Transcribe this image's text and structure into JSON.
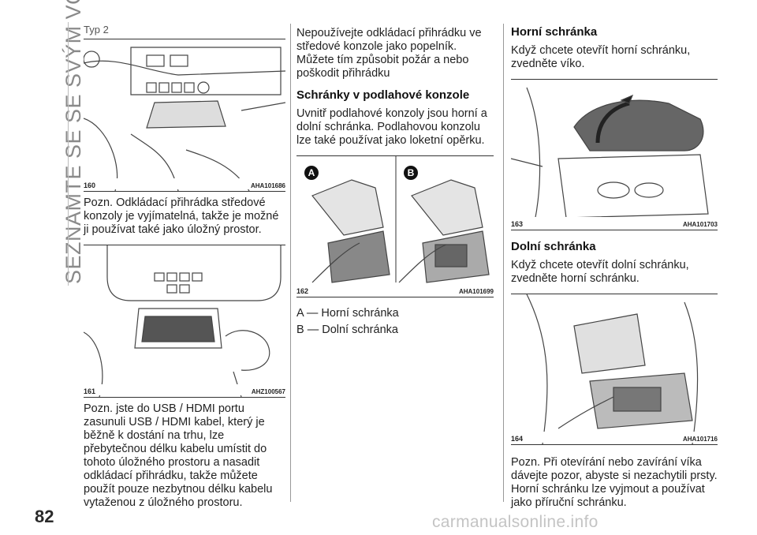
{
  "side_title": "SEZNAMTE SE SE SVÝM VOZEM",
  "page_number": "82",
  "watermark": "carmanualsonline.info",
  "col1": {
    "type_label": "Typ 2",
    "fig160": {
      "num": "160",
      "code": "AHA101686"
    },
    "text1": "Pozn.  Odkládací přihrádka středové konzoly je vyjímatelná, takže je možné ji používat také jako úložný prostor.",
    "fig161": {
      "num": "161",
      "code": "AHZ100567"
    },
    "text2": "Pozn.   jste do USB / HDMI portu zasunuli USB / HDMI kabel, který je běžně k dostání na trhu, lze přebytečnou délku kabelu umístit do tohoto úložného prostoru a nasadit odkládací přihrádku, takže můžete použít pouze nezbytnou délku kabelu vytaženou z úložného prostoru."
  },
  "col2": {
    "text1": "Nepoužívejte odkládací přihrádku ve středové konzole jako popelník. Můžete tím způsobit požár a nebo poškodit přihrádku",
    "heading": "Schránky v podlahové konzole",
    "text2": "Uvnitř podlahové konzoly jsou horní a dolní schránka. Podlahovou konzolu lze také používat jako loketní opěrku.",
    "fig162": {
      "num": "162",
      "code": "AHA101699",
      "badge_a": "A",
      "badge_b": "B"
    },
    "legend": [
      "A — Horní schránka",
      "B — Dolní schránka"
    ]
  },
  "col3": {
    "heading1": "Horní schránka",
    "text1": "Když chcete otevřít horní schránku, zvedněte víko.",
    "fig163": {
      "num": "163",
      "code": "AHA101703"
    },
    "heading2": "Dolní schránka",
    "text2": "Když chcete otevřít dolní schránku, zvedněte horní schránku.",
    "fig164": {
      "num": "164",
      "code": "AHA101716"
    },
    "text3": "Pozn.  Při otevírání nebo zavírání víka dávejte pozor, abyste si nezachytili prsty. Horní schránku lze vyjmout a používat jako příruční schránku."
  }
}
